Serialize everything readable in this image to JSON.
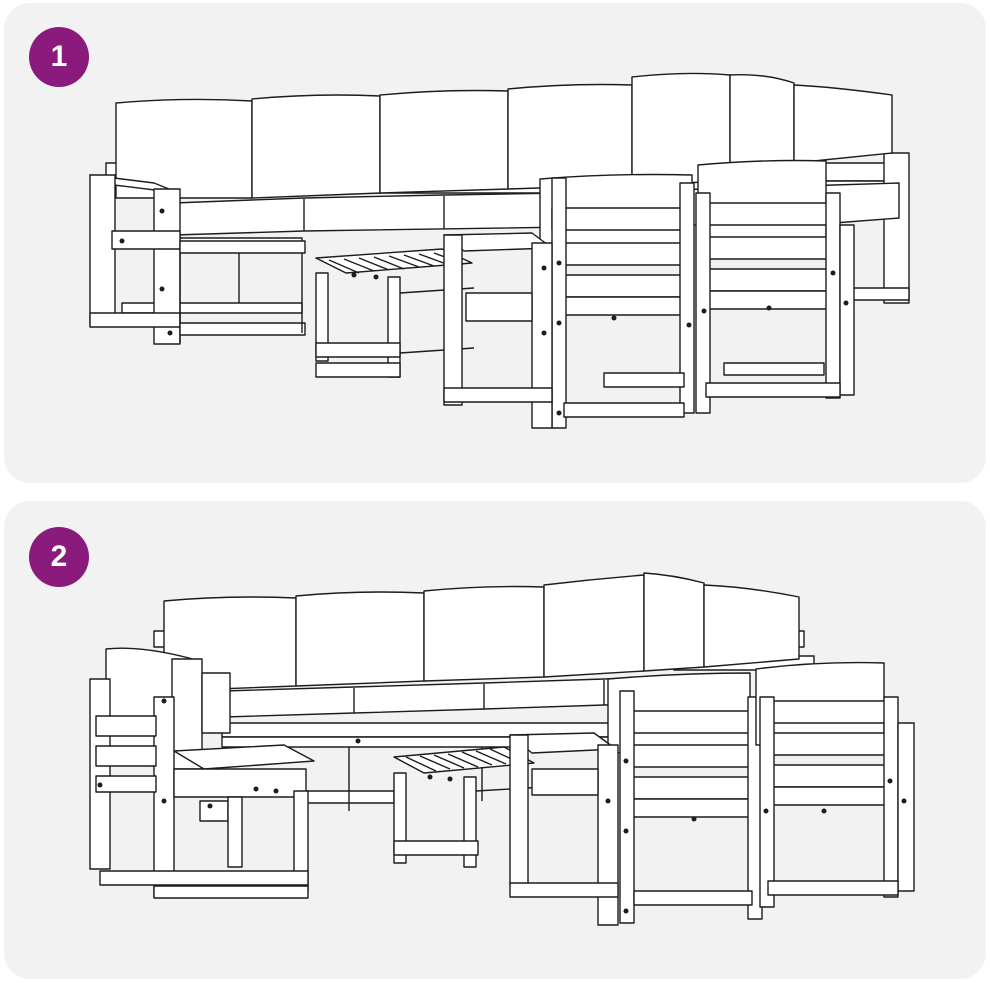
{
  "colors": {
    "panel_background": "#f2f2f2",
    "badge": "#8a1a7c",
    "badge_text": "#ffffff",
    "line": "#1c1c1c",
    "fill": "#ffffff"
  },
  "steps": [
    {
      "number": "1",
      "illustration": "sofa-set-configuration-1"
    },
    {
      "number": "2",
      "illustration": "sofa-set-configuration-2"
    }
  ]
}
